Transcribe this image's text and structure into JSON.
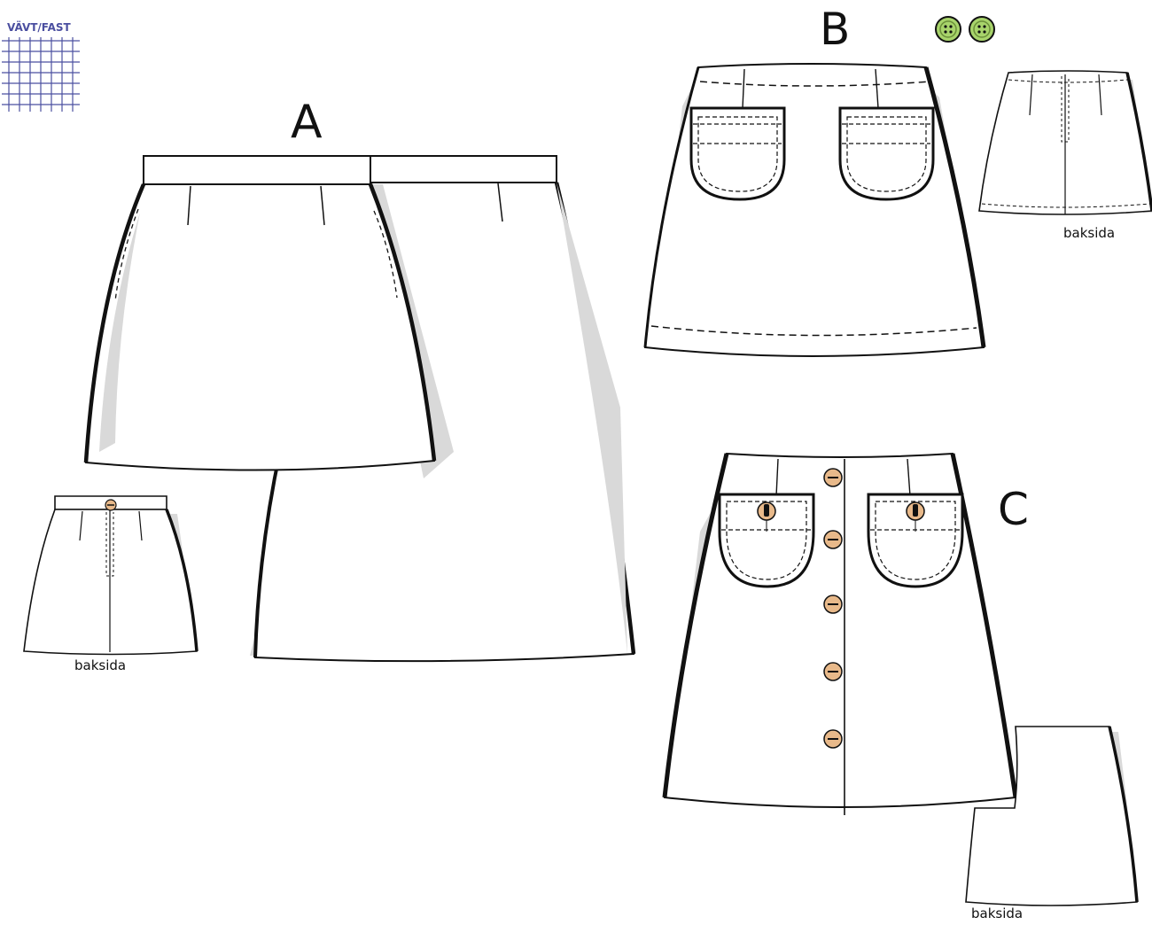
{
  "fabric_type": {
    "label": "VÄVT/FAST",
    "color": "#4b4fa0"
  },
  "views": {
    "a": {
      "letter": "A",
      "back_caption": "baksida"
    },
    "b": {
      "letter": "B",
      "back_caption": "baksida"
    },
    "c": {
      "letter": "C",
      "back_caption": "baksida"
    }
  },
  "colors": {
    "outline": "#111111",
    "shadow": "#d9d9d9",
    "button_wood": "#e8b98a",
    "button_green": "#a8d46b"
  },
  "icons": {
    "fabric_grid": "fabric-grid-icon",
    "green_button": "green-button-icon",
    "wood_button": "wood-button-icon"
  }
}
